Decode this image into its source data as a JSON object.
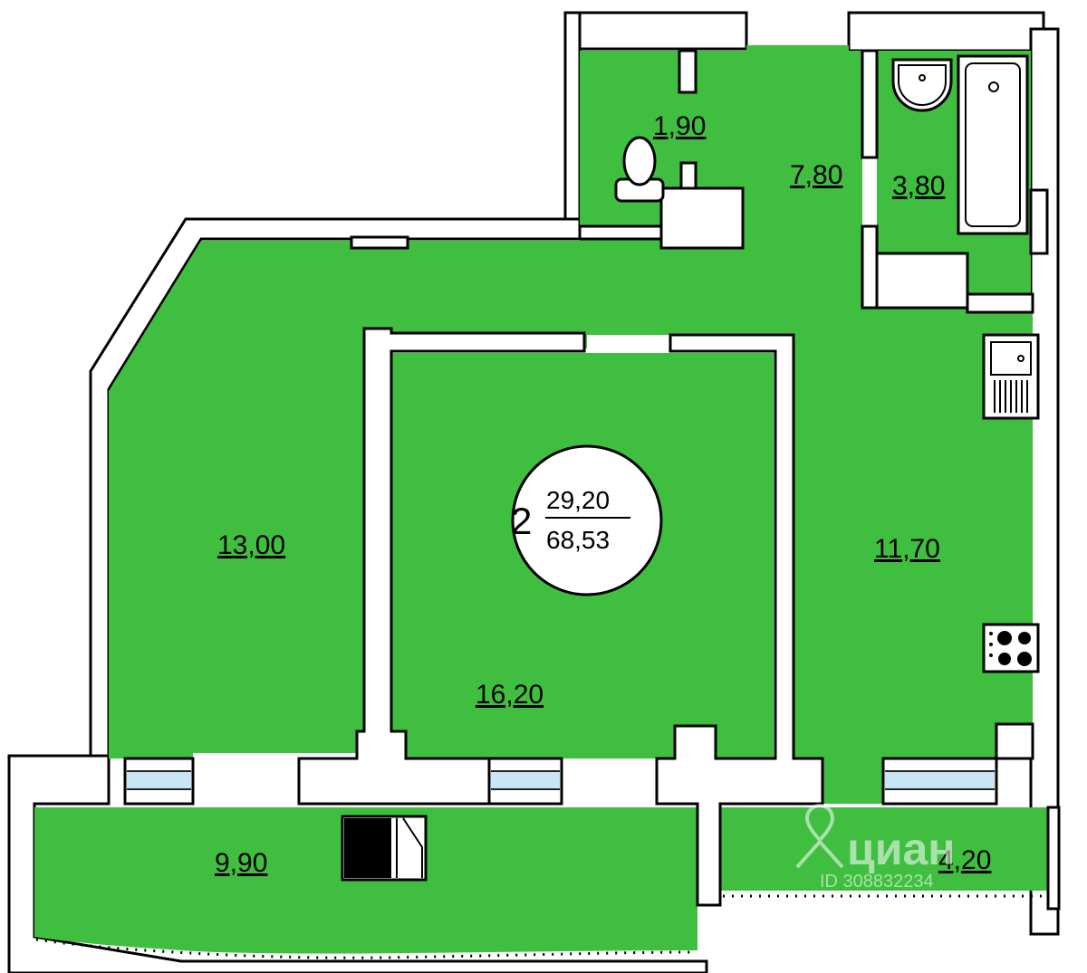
{
  "apartment": {
    "rooms_count": "2",
    "living_area": "29,20",
    "total_area": "68,53"
  },
  "rooms": {
    "toilet": "1,90",
    "hallway": "7,80",
    "bathroom": "3,80",
    "bedroom_left": "13,00",
    "living_room": "16,20",
    "kitchen": "11,70",
    "balcony_left": "9,90",
    "balcony_right": "4,20"
  },
  "watermark": {
    "brand": "циан",
    "id": "ID 308832234"
  },
  "colors": {
    "floor": "#3fbe40",
    "walls": "#ffffff",
    "outline": "#000000",
    "window_glass": "#c9e6f5"
  }
}
